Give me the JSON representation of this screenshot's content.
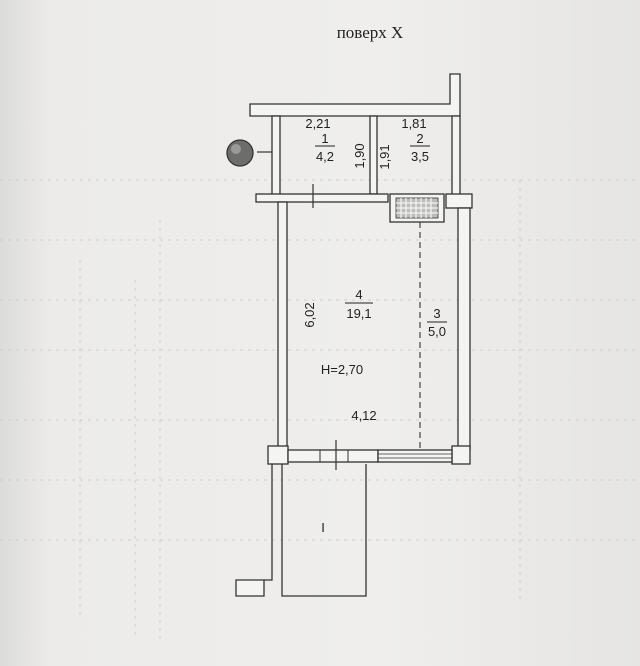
{
  "floor_label": "поверх X",
  "dimensions": {
    "room1_width": "2,21",
    "room2_width": "1,81",
    "room1_depth": "1,90",
    "room2_depth": "1,91",
    "room4_length": "6,02",
    "room4_width": "4,12",
    "ceiling_height": "H=2,70"
  },
  "rooms": [
    {
      "number": "1",
      "area": "4,2"
    },
    {
      "number": "2",
      "area": "3,5"
    },
    {
      "number": "3",
      "area": "5,0"
    },
    {
      "number": "4",
      "area": "19,1"
    }
  ],
  "balcony_label": "I"
}
